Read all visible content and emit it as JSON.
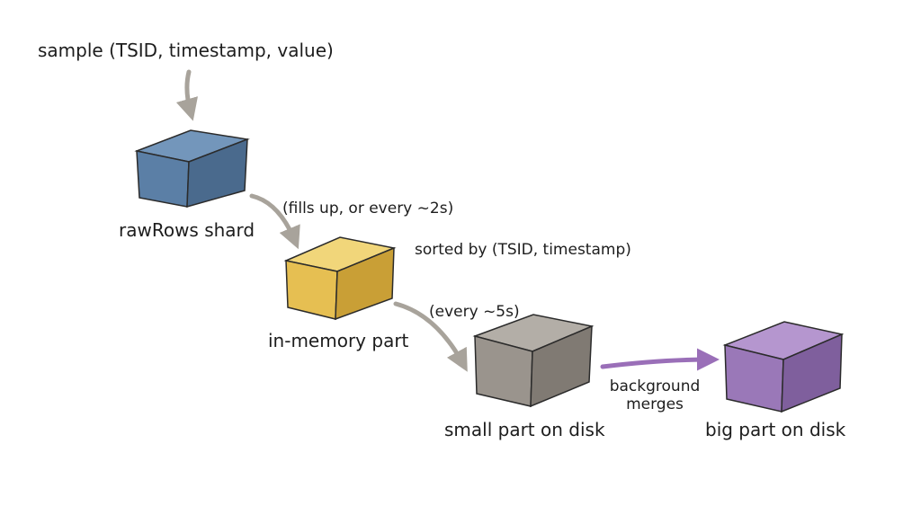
{
  "diagram": {
    "input_label": "sample (TSID, timestamp, value)",
    "stages": [
      {
        "label": "rawRows shard",
        "color": "#5b7fa6",
        "top": "#7396bb",
        "side": "#4a6a8d"
      },
      {
        "label": "in-memory part",
        "color": "#e6bf52",
        "top": "#f1d67a",
        "side": "#c99f36"
      },
      {
        "label": "small part on disk",
        "color": "#9a948d",
        "top": "#b3aea7",
        "side": "#807a73"
      },
      {
        "label": "big part on disk",
        "color": "#9a78b8",
        "top": "#b596cf",
        "side": "#7f5f9d"
      }
    ],
    "transitions": [
      {
        "label": "(fills up, or every ~2s)"
      },
      {
        "label": "(every ~5s)"
      },
      {
        "label_line1": "background",
        "label_line2": "merges",
        "color": "#9a6fb8"
      }
    ],
    "annotation": "sorted by (TSID, timestamp)"
  },
  "colors": {
    "arrow_gray": "#a8a39b",
    "outline": "#2b2b2b",
    "text": "#1d1d1d"
  }
}
